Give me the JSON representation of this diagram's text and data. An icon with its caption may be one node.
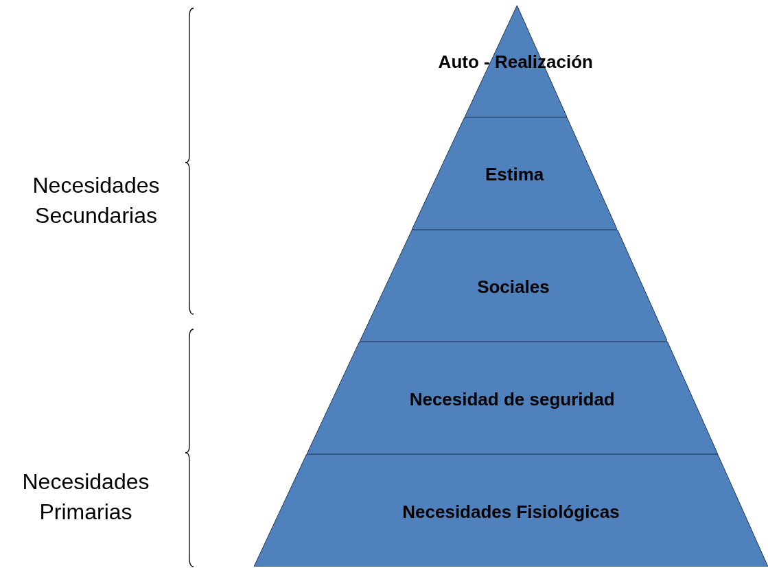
{
  "diagram": {
    "nodes": [
      {
        "text": [
          "Auto - Realización"
        ]
      },
      {
        "text": [
          "Estima"
        ]
      },
      {
        "text": [
          "Sociales"
        ]
      },
      {
        "text": [
          "Necesidad de seguridad"
        ]
      },
      {
        "text": [
          "Necesidades Fisiológicas"
        ]
      }
    ],
    "labels": [
      "Necesidades Secundarias",
      "Necesidades Primarias"
    ]
  }
}
